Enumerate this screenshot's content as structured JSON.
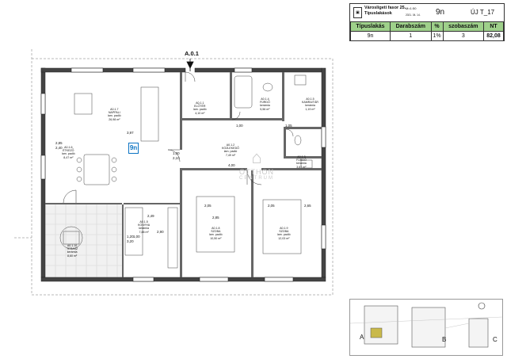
{
  "title_block": {
    "address": "Városligeti fasor 25.\nTípuslakások",
    "scale": "M=1:50",
    "date": "2021. 04. 14.",
    "unit_type": "9n",
    "plan_code": "ÚJ T_17",
    "headers": [
      "Típuslakás",
      "Darabszám",
      "%",
      "szobaszám",
      "NT"
    ],
    "row": [
      "9n",
      "1",
      "1%",
      "3",
      "82,08"
    ]
  },
  "axis_label": "A.0.1",
  "unit_flag": "9n",
  "rooms": [
    {
      "id": "living",
      "text": "A0.1.7\nNAPPALI\nlam. padló\n26,98 m²"
    },
    {
      "id": "dining",
      "text": "A0.1.6\nÉTKEZŐ\nlam. padló\n8,47 m²"
    },
    {
      "id": "entry",
      "text": "A0.1.1\nELŐTÉR\nlam. padló\n4,10 m²"
    },
    {
      "id": "bath",
      "text": "A0.1.4\nFÜRDŐ\nkerámia\n5,56 m²"
    },
    {
      "id": "storage",
      "text": "A0.1.5\nKAMRA/TÁR\nkerámia\n1,19 m²"
    },
    {
      "id": "hall",
      "text": "A0.1.2\nKÖZLEKEDŐ\nlam. padló\n7,49 m²"
    },
    {
      "id": "wc",
      "text": "A0.1.3\nFÜRDŐ\nkerámia\n3,67 m²"
    },
    {
      "id": "terrace",
      "text": "A0.1.10\nTERASZ\nkerámia\n8,60 m²"
    },
    {
      "id": "kitchen",
      "text": "A0.1.5\nKONYHA\nkerámia\n7,88 m²"
    },
    {
      "id": "bed1",
      "text": "A0.1.8\nSZOBA\nlam. padló\n10,50 m²"
    },
    {
      "id": "bed2",
      "text": "A0.1.9\nSZOBA\nlam. padló\n12,03 m²"
    }
  ],
  "dimensions": [
    "2,85",
    "2,40",
    "1,00",
    "2,10",
    "2,05",
    "2,85",
    "2,05",
    "2,65",
    "4,00",
    "2,49",
    "1,20",
    "1,00",
    "3,20",
    "2,90",
    "3,97",
    "1,05",
    "1,00"
  ],
  "watermark": {
    "line1": "OTTHON",
    "line2": "CENTRUM"
  },
  "key_plan": {
    "labels": [
      "A",
      "B",
      "C"
    ]
  }
}
